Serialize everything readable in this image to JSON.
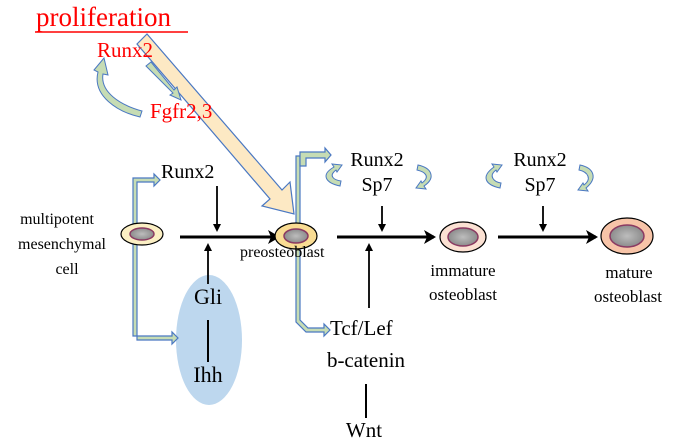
{
  "title": "Osteoblast differentiation regulatory scheme",
  "proliferation": {
    "heading": "proliferation",
    "factor1": "Runx2",
    "factor2": "Fgfr2,3"
  },
  "stages": [
    {
      "label_lines": [
        "multipotent",
        "mesenchymal",
        "cell"
      ],
      "fill": "#fbefc4",
      "ring": "#8b3a62"
    },
    {
      "label_lines": [
        "preosteoblast"
      ],
      "fill": "#f9dc93",
      "ring": "#8b3a62"
    },
    {
      "label_lines": [
        "immature",
        "osteoblast"
      ],
      "fill": "#fbe1d3",
      "ring": "#8b3a62"
    },
    {
      "label_lines": [
        "mature",
        "osteoblast"
      ],
      "fill": "#f7c4a8",
      "ring": "#8b3a62"
    }
  ],
  "regulators": {
    "step1_top": "Runx2",
    "step1_bottom_upper": "Gli",
    "step1_bottom_lower": "Ihh",
    "step2_top_line1": "Runx2",
    "step2_top_line2": "Sp7",
    "step2_bottom_line1": "Tcf/Lef",
    "step2_bottom_line2": "b-catenin",
    "step2_bottom_source": "Wnt",
    "step3_top_line1": "Runx2",
    "step3_top_line2": "Sp7"
  },
  "colors": {
    "red_text": "#ff0000",
    "green_arrow_fill": "#c6dcb4",
    "green_arrow_stroke": "#4a78c2",
    "beige_arrow_fill": "#fde9c4",
    "ihh_ellipse": "#bdd7ee",
    "nucleus": "#9a9a9a"
  }
}
